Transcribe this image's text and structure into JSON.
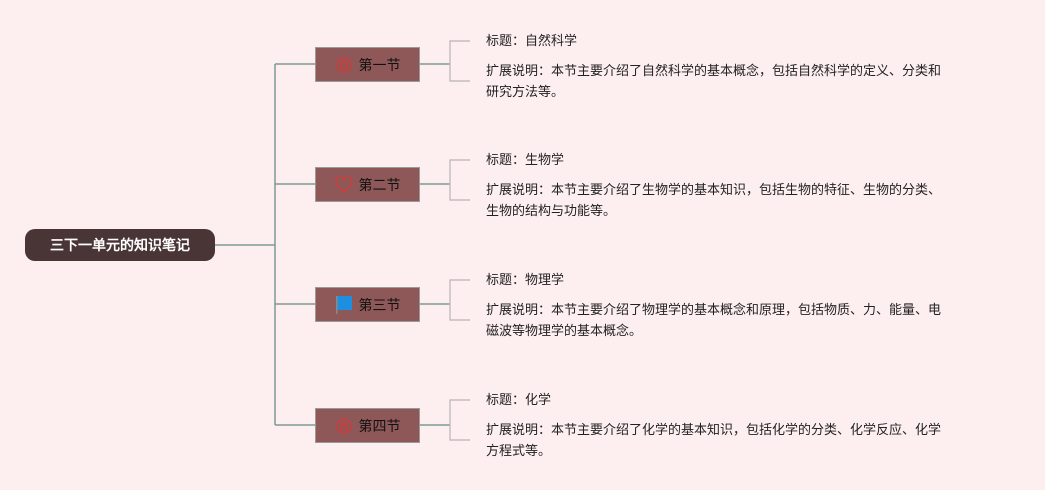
{
  "root": {
    "label": "三下一单元的知识笔记"
  },
  "sections": [
    {
      "label": "第一节",
      "icon": "lock-icon",
      "icon_color": "#d23a3a",
      "title": "标题：自然科学",
      "desc_line1": "扩展说明：本节主要介绍了自然科学的基本概念，包括自然科学的定义、分类和",
      "desc_line2": "研究方法等。"
    },
    {
      "label": "第二节",
      "icon": "heart-icon",
      "icon_color": "#d23a3a",
      "title": "标题：生物学",
      "desc_line1": "扩展说明：本节主要介绍了生物学的基本知识，包括生物的特征、生物的分类、",
      "desc_line2": "生物的结构与功能等。"
    },
    {
      "label": "第三节",
      "icon": "flag-icon",
      "icon_color": "#1e8fe0",
      "title": "标题：物理学",
      "desc_line1": "扩展说明：本节主要介绍了物理学的基本概念和原理，包括物质、力、能量、电",
      "desc_line2": "磁波等物理学的基本概念。"
    },
    {
      "label": "第四节",
      "icon": "lock-icon",
      "icon_color": "#d23a3a",
      "title": "标题：化学",
      "desc_line1": "扩展说明：本节主要介绍了化学的基本知识，包括化学的分类、化学反应、化学",
      "desc_line2": "方程式等。"
    }
  ],
  "colors": {
    "background": "#fdeff0",
    "root_fill": "#4a3536",
    "section_fill": "#8e5859",
    "connector": "#7d9a92"
  }
}
